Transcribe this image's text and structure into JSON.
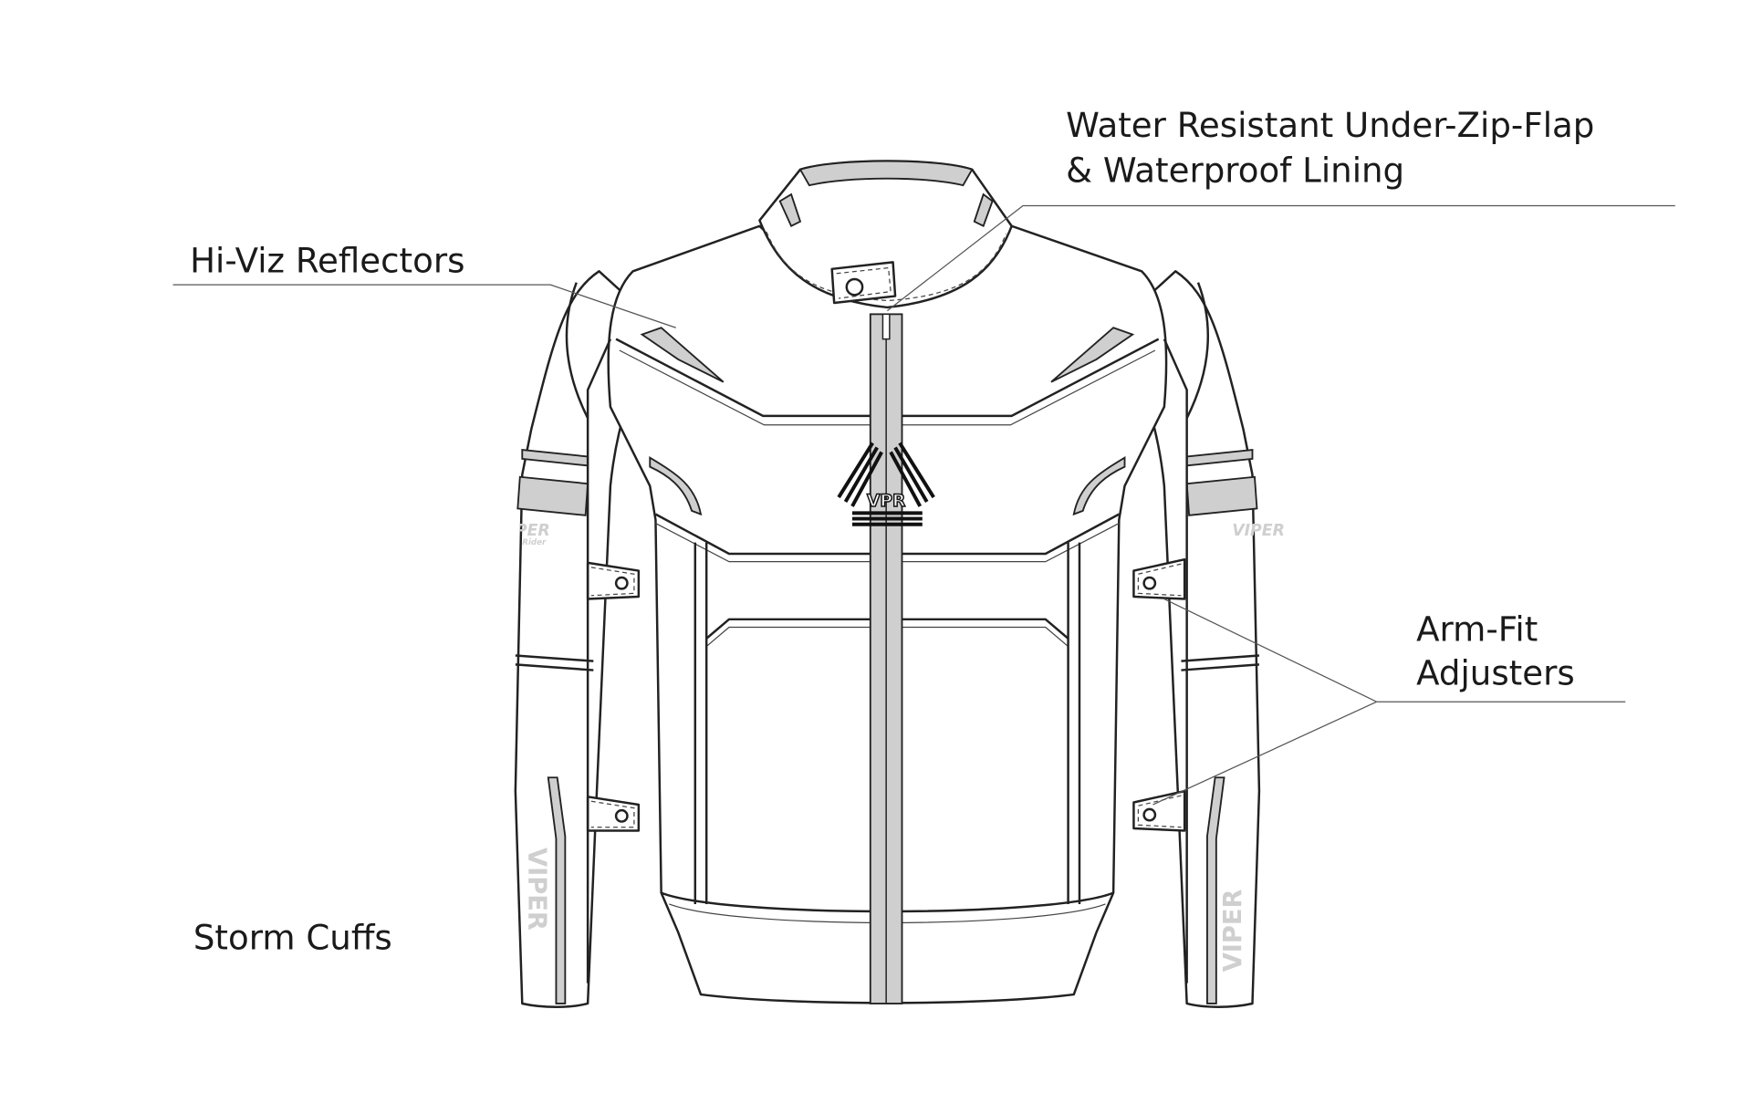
{
  "callouts": {
    "water_line1": "Water Resistant Under-Zip-Flap",
    "water_line2": "& Waterproof Lining",
    "hiviz": "Hi-Viz Reflectors",
    "armfit_line1": "Arm-Fit",
    "armfit_line2": "Adjusters",
    "storm_cuffs": "Storm Cuffs"
  },
  "branding": {
    "chest_logo": "VPR",
    "sleeve_brand": "VIPER",
    "sleeve_sub": "Rider"
  },
  "colors": {
    "reflector": "#cfcfcf",
    "outline": "#222222"
  }
}
